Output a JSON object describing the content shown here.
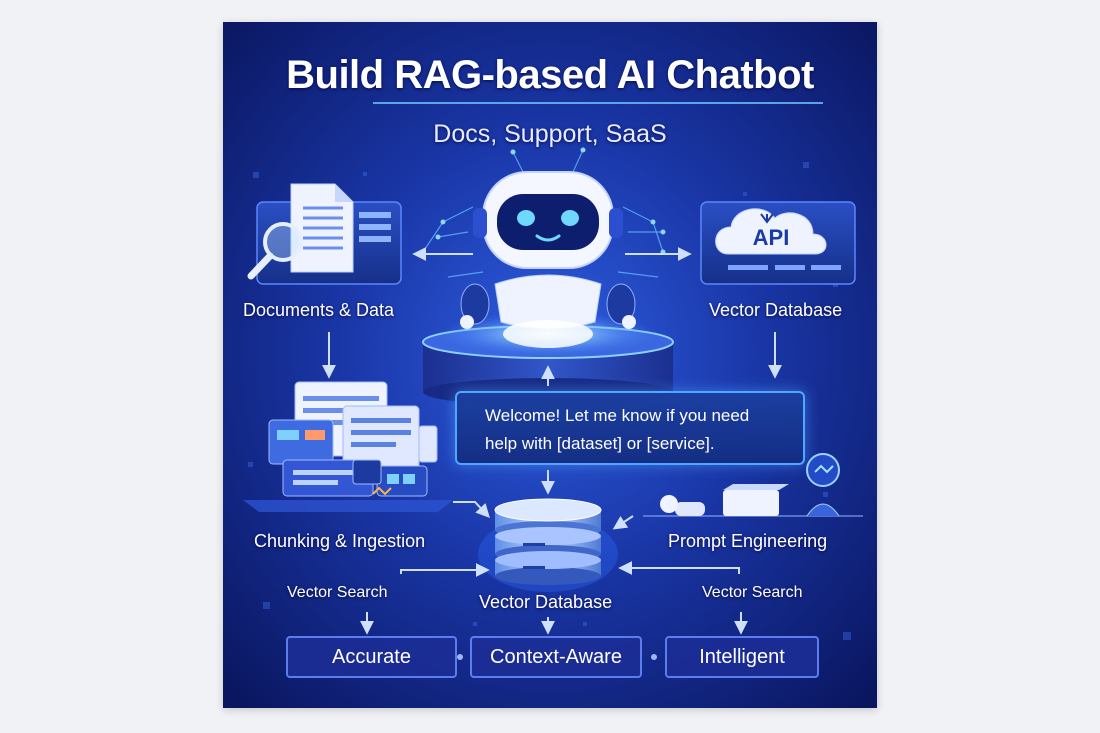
{
  "title": "Build RAG-based AI Chatbot",
  "subtitle": "Docs, Support, SaaS",
  "nodes": {
    "documents": "Documents & Data",
    "vector_db_top": "Vector Database",
    "chunking": "Chunking & Ingestion",
    "prompt": "Prompt Engineering",
    "vector_db_center": "Vector Database",
    "search_left": "Vector Search",
    "search_right": "Vector Search"
  },
  "api_label": "API",
  "message": {
    "line1": "Welcome! Let me know if you need",
    "line2": "help with [dataset] or [service]."
  },
  "badges": [
    "Accurate",
    "Context-Aware",
    "Intelligent"
  ],
  "colors": {
    "bg_dark": "#0b1a66",
    "bg_mid": "#1d3fb8",
    "glow": "#7fd0ff",
    "accent": "#4ea8ff",
    "badge_border": "#5a7df0"
  }
}
